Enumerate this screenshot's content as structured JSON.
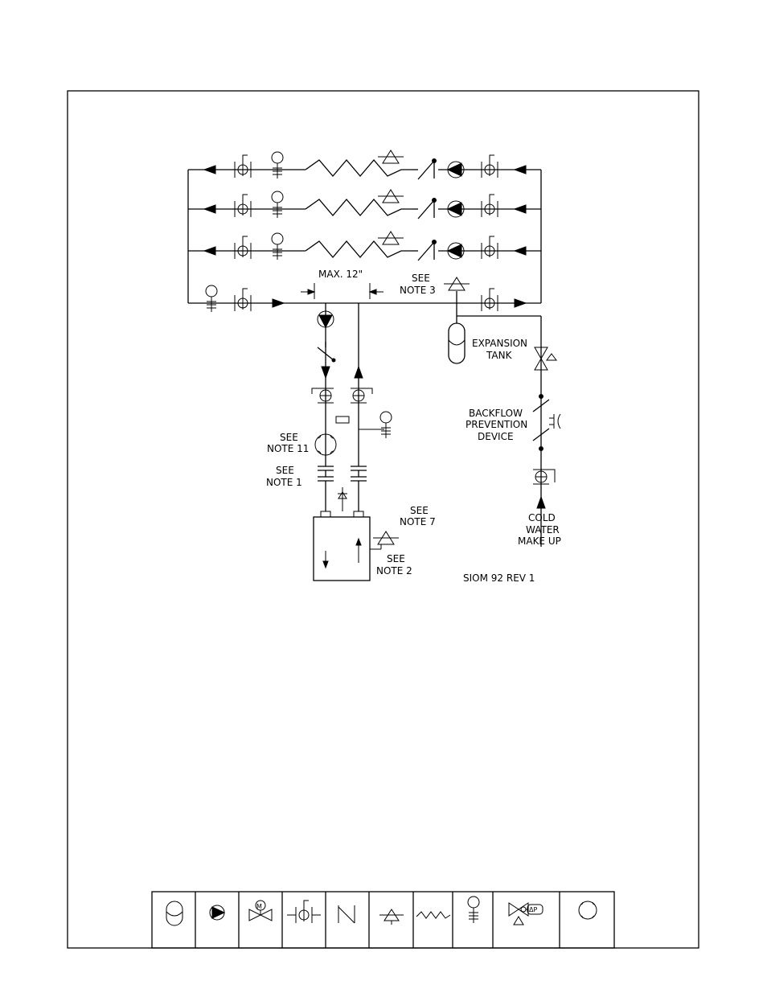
{
  "labels": {
    "max12": "MAX. 12\"",
    "note3_a": "SEE",
    "note3_b": "NOTE 3",
    "expansion_a": "EXPANSION",
    "expansion_b": "TANK",
    "backflow_a": "BACKFLOW",
    "backflow_b": "PREVENTION",
    "backflow_c": "DEVICE",
    "note11_a": "SEE",
    "note11_b": "NOTE 11",
    "note1_a": "SEE",
    "note1_b": "NOTE 1",
    "note7_a": "SEE",
    "note7_b": "NOTE 7",
    "note2_a": "SEE",
    "note2_b": "NOTE 2",
    "cold_a": "COLD",
    "cold_b": "WATER",
    "cold_c": "MAKE UP",
    "siom": "SIOM 92 REV 1",
    "delta_p": "ΔP"
  },
  "legend": {
    "symbols": [
      "expansion-tank",
      "pump",
      "motorized-valve",
      "isolation-valve",
      "check-valve",
      "relief-valve",
      "coil",
      "thermometer-gauge",
      "pressure-differential-valve",
      "flow-switch"
    ]
  }
}
